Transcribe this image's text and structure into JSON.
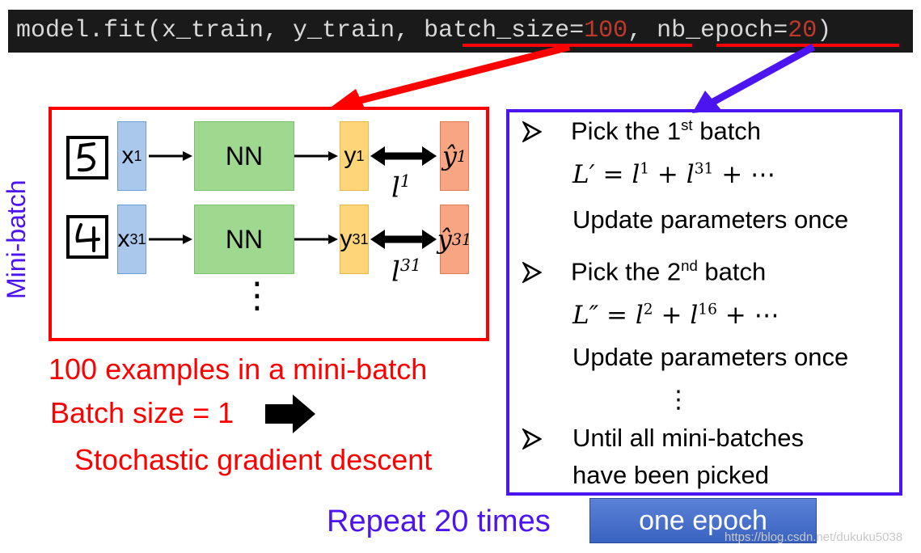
{
  "code": {
    "prefix": "model.fit(x_train, y_train, ",
    "batch_label": "batch_size=",
    "batch_value": "100",
    "sep": ", ",
    "epoch_label": "nb_epoch=",
    "epoch_value": "20",
    "suffix": ")"
  },
  "side_label": "Mini-batch",
  "network": {
    "row1": {
      "x": "x",
      "x_sup": "1",
      "nn": "NN",
      "y": "y",
      "y_sup": "1",
      "yhat": "ŷ",
      "yhat_sup": "1",
      "loss": "l",
      "loss_sup": "1"
    },
    "row2": {
      "x": "x",
      "x_sup": "31",
      "nn": "NN",
      "y": "y",
      "y_sup": "31",
      "yhat": "ŷ",
      "yhat_sup": "31",
      "loss": "l",
      "loss_sup": "31"
    },
    "vdots": "⋮"
  },
  "left_notes": {
    "line1": "100 examples in a mini-batch",
    "line2": "Batch size = 1",
    "line3": "Stochastic gradient descent"
  },
  "steps": [
    {
      "text": "Pick the 1",
      "sup": "st",
      "rest": " batch"
    },
    {
      "text": "Pick the 2",
      "sup": "nd",
      "rest": " batch"
    },
    {
      "text": "Until all mini-batches"
    }
  ],
  "math": {
    "eq1": {
      "lhs": "L′",
      "eq": " = ",
      "t1": "l",
      "t1s": "1",
      "plus": " + ",
      "t2": "l",
      "t2s": "31",
      "tail": " + ⋯"
    },
    "eq2": {
      "lhs": "L″",
      "eq": " = ",
      "t1": "l",
      "t1s": "2",
      "plus": " + ",
      "t2": "l",
      "t2s": "16",
      "tail": " + ⋯"
    }
  },
  "update_text": "Update parameters once",
  "right_vdots": "⋮",
  "step3_line2": "have been picked",
  "repeat_text": "Repeat 20 times",
  "epoch_button": "one epoch",
  "watermark": "https://blog.csdn.net/dukuku5038"
}
